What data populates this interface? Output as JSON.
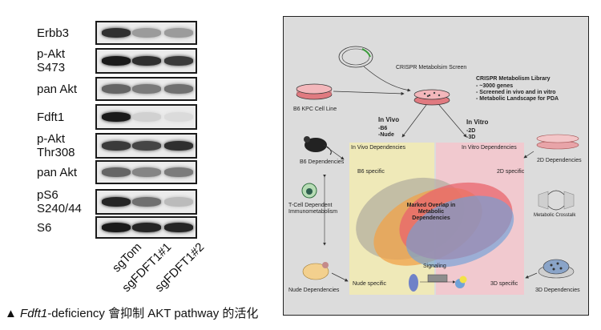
{
  "western_blot": {
    "rows": [
      {
        "label": "Erbb3",
        "intensity": [
          0.85,
          0.35,
          0.35
        ]
      },
      {
        "label": "p-Akt\nS473",
        "intensity": [
          0.95,
          0.85,
          0.8
        ]
      },
      {
        "label": "pan Akt",
        "intensity": [
          0.6,
          0.5,
          0.55
        ]
      },
      {
        "label": "Fdft1",
        "intensity": [
          0.95,
          0.1,
          0.05
        ]
      },
      {
        "label": "p-Akt\nThr308",
        "intensity": [
          0.8,
          0.75,
          0.85
        ]
      },
      {
        "label": "pan Akt",
        "intensity": [
          0.6,
          0.45,
          0.5
        ]
      },
      {
        "label": "pS6\nS240/44",
        "intensity": [
          0.9,
          0.55,
          0.2
        ]
      },
      {
        "label": "S6",
        "intensity": [
          0.95,
          0.9,
          0.9
        ]
      }
    ],
    "samples": [
      "sgTom",
      "sgFDFT1#1",
      "sgFDFT1#2"
    ]
  },
  "caption": {
    "marker": "▲",
    "gene": "Fdft1",
    "text": "-deficiency 會抑制 AKT pathway 的活化"
  },
  "schematic": {
    "screen_title": "CRISPR Metabolsim Screen",
    "cell_line": "B6 KPC Cell Line",
    "library_title": "CRISPR Metabolism Library",
    "library_items": [
      "- ~3000 genes",
      " - Screened in vivo and in vitro",
      "- Metabolic Landscape for PDA"
    ],
    "in_vivo": "In Vivo",
    "in_vivo_items": [
      "-B6",
      "-Nude"
    ],
    "in_vitro": "In Vitro",
    "in_vitro_items": [
      "-2D",
      "-3D"
    ],
    "in_vivo_dep": "In Vivo Dependencies",
    "in_vitro_dep": "In Vitro Dependencies",
    "b6_dep": "B6 Dependencies",
    "b6_specific": "B6 specific",
    "two_d_specific": "2D specific",
    "two_d_dep": "2D Dependencies",
    "tcell": "T-Cell Dependent\nImmunometabolism",
    "overlap": "Marked Overlap in\nMetabolic\nDependencies",
    "crosstalk": "Metabolic Crosstalk",
    "signaling": "Signaling",
    "nude_dep": "Nude Dependencies",
    "nude_specific": "Nude specific",
    "three_d_specific": "3D specific",
    "three_d_dep": "3D Dependencies",
    "colors": {
      "in_vivo_bg": "#efe9b8",
      "in_vitro_bg": "#f1c9cf",
      "red_ellipse": "#e8646c",
      "blue_ellipse": "#6f9fd8",
      "orange_ellipse": "#f0a24a",
      "grey_ellipse": "#b0ab9c"
    }
  }
}
